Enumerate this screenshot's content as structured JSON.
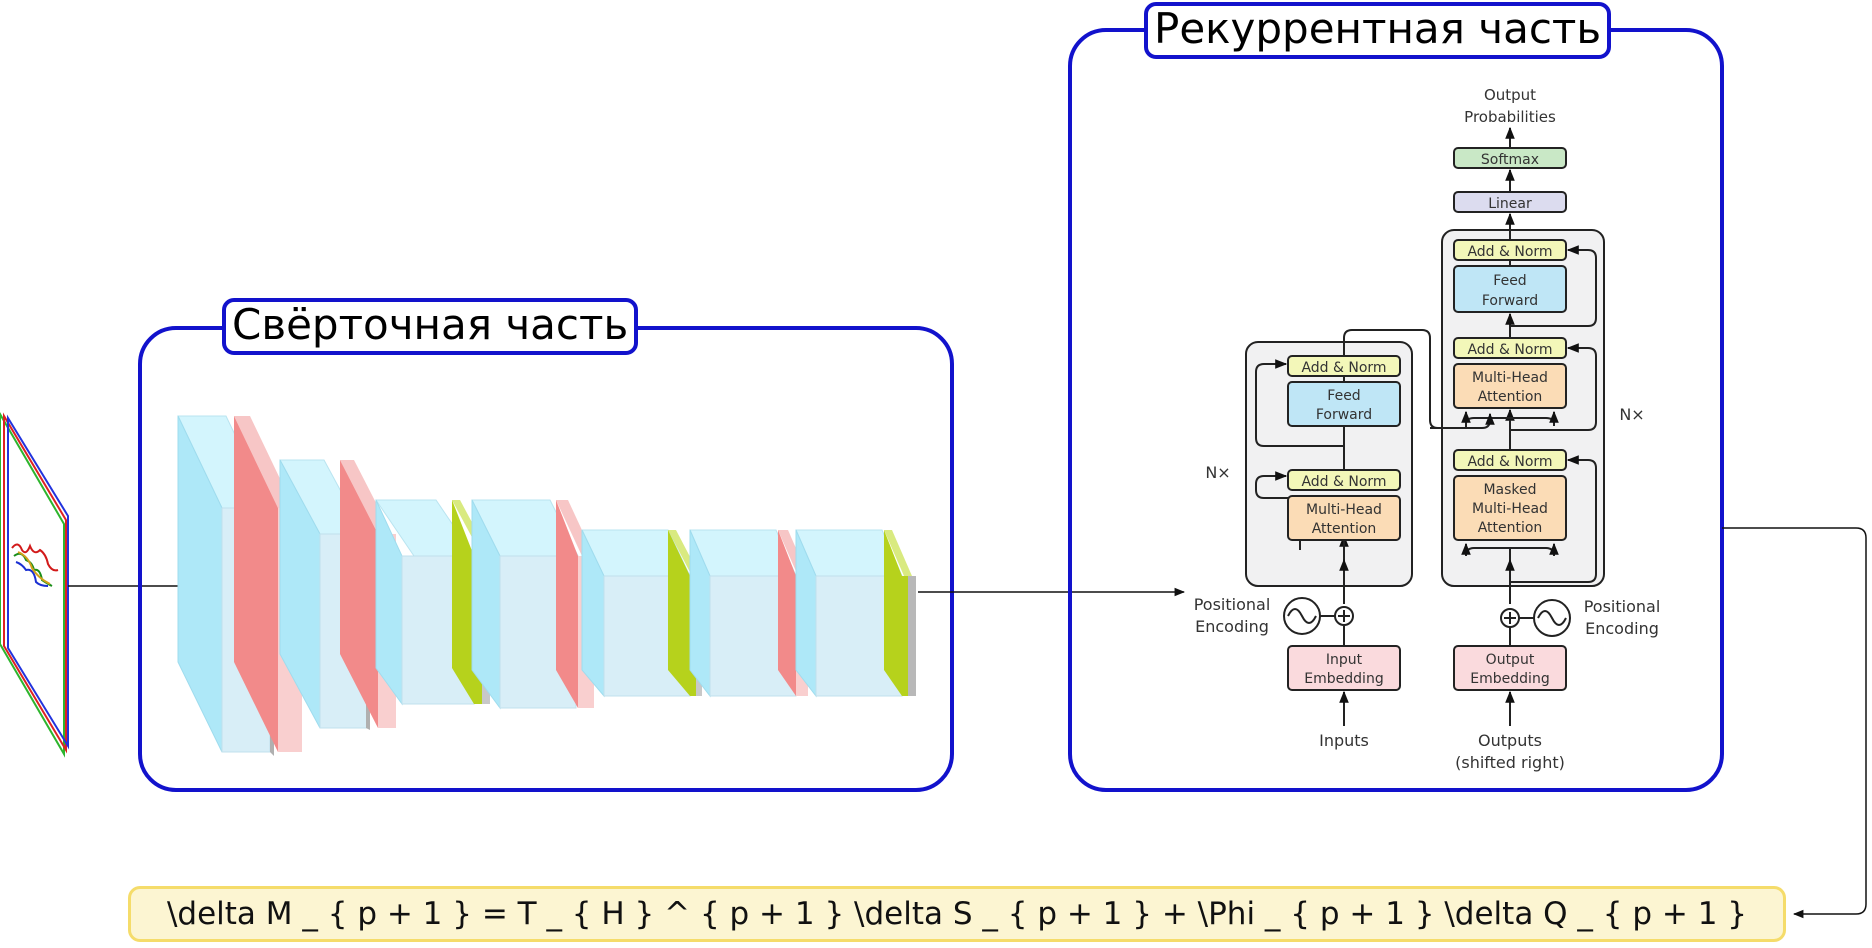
{
  "conv_panel": {
    "title": "Свёрточная часть"
  },
  "rec_panel": {
    "title": "Рекуррентная часть"
  },
  "transformer": {
    "output_probs": [
      "Output",
      "Probabilities"
    ],
    "softmax": "Softmax",
    "linear": "Linear",
    "add_norm": "Add & Norm",
    "feed_forward": [
      "Feed",
      "Forward"
    ],
    "multi_head_attention": [
      "Multi-Head",
      "Attention"
    ],
    "masked_mha": [
      "Masked",
      "Multi-Head",
      "Attention"
    ],
    "nx": "N×",
    "positional_encoding": [
      "Positional",
      "Encoding"
    ],
    "input_embedding": [
      "Input",
      "Embedding"
    ],
    "output_embedding": [
      "Output",
      "Embedding"
    ],
    "inputs": "Inputs",
    "outputs": [
      "Outputs",
      "(shifted right)"
    ]
  },
  "formula": "\\delta M _ { p + 1 } = T _ { H } ^ { p + 1 } \\delta S _ { p + 1 } + \\Phi _ { p + 1 } \\delta Q _ { p + 1 }",
  "colors": {
    "frame": "#1212cc",
    "cnn_face": "#d8eef7",
    "cnn_side": "#aee8f8",
    "cnn_top": "#d3f5fd",
    "pool_red": "#f28a8a",
    "act_green": "#b6d21c",
    "formula_bg": "#fcf5d2"
  }
}
